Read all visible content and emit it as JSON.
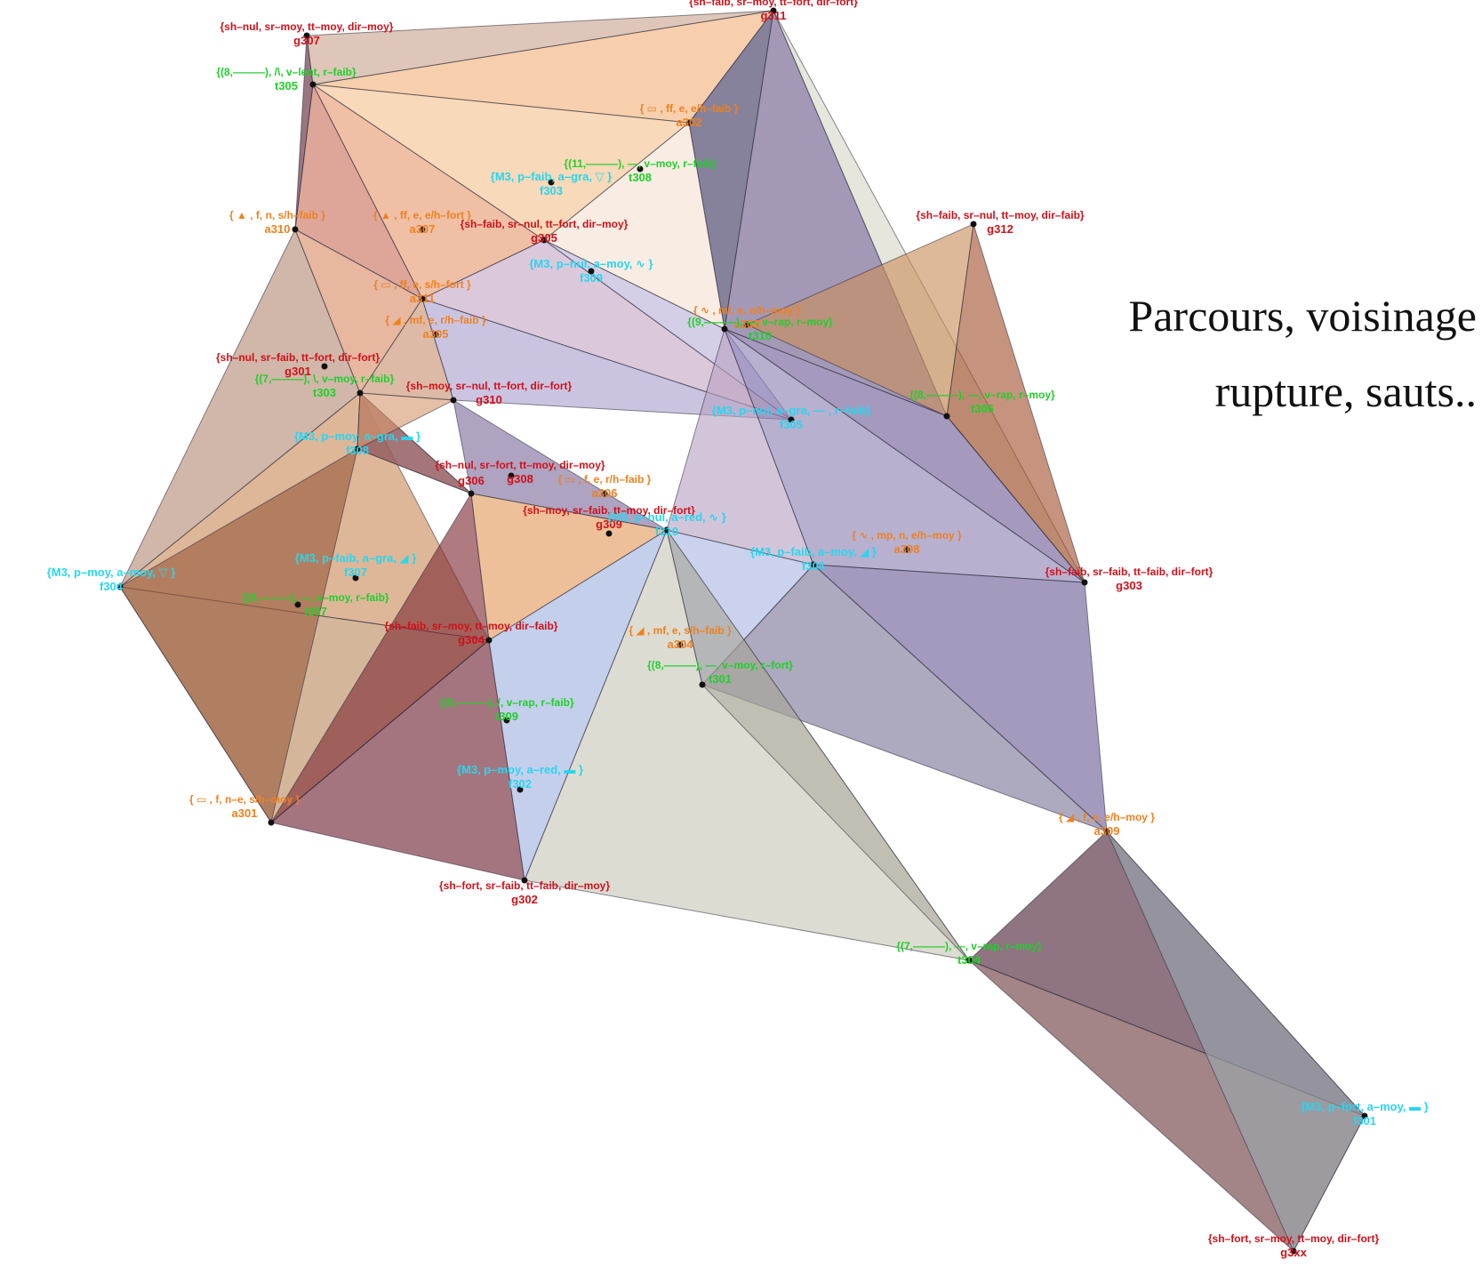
{
  "title": {
    "line1": "Parcours, voisinage",
    "line2": "rupture, sauts.."
  },
  "colors": {
    "g": "#d0101a",
    "f": "#27d6f0",
    "t": "#1fcf2a",
    "a": "#f0801e"
  },
  "nodes": [
    {
      "id": "g307",
      "kind": "g",
      "label": "{sh–nul, sr–moy, tt–moy, dir–moy}"
    },
    {
      "id": "t305",
      "kind": "t",
      "label": "{(8,———), /\\, v–lent, r–faib}"
    },
    {
      "id": "g311",
      "kind": "g",
      "label": "{sh–faib, sr–moy, tt–fort, dir–fort}"
    },
    {
      "id": "a302",
      "kind": "a",
      "label": "{ ▭ , ff, e, e/h–faib }"
    },
    {
      "id": "t308",
      "kind": "t",
      "label": "{(11,———), —, v–moy, r–faib}"
    },
    {
      "id": "f303",
      "kind": "f",
      "label": "{M3, p–faib, a–gra, ▽ }"
    },
    {
      "id": "a310",
      "kind": "a",
      "label": "{ ▲ , f, n, s/h–faib }"
    },
    {
      "id": "a307",
      "kind": "a",
      "label": "{ ▲ , ff, e, e/h–fort }"
    },
    {
      "id": "g305",
      "kind": "g",
      "label": "{sh–faib, sr–nul, tt–fort, dir–moy}"
    },
    {
      "id": "g312",
      "kind": "g",
      "label": "{sh–faib, sr–nul, tt–moy, dir–faib}"
    },
    {
      "id": "f309",
      "kind": "f",
      "label": "{M3, p–nul, a–moy, ∿ }"
    },
    {
      "id": "a311",
      "kind": "a",
      "label": "{ ▭ , ff, e, s/h–fort }"
    },
    {
      "id": "a303",
      "kind": "a",
      "label": "{ ∿ , mf, e, n/h–moy }"
    },
    {
      "id": "t310",
      "kind": "t",
      "label": "{(9,———), —, v–rap, r–moy}"
    },
    {
      "id": "a305",
      "kind": "a",
      "label": "{ ◢ , mf, e, r/h–faib }"
    },
    {
      "id": "g301",
      "kind": "g",
      "label": "{sh–nul, sr–faib, tt–fort, dir–fort}"
    },
    {
      "id": "t303",
      "kind": "t",
      "label": "{(7,———), \\, v–moy, r–faib}"
    },
    {
      "id": "g310",
      "kind": "g",
      "label": "{sh–moy, sr–nul, tt–fort, dir–fort}"
    },
    {
      "id": "t306",
      "kind": "t",
      "label": "{(8,———), —, v–rap, r–moy}"
    },
    {
      "id": "f305",
      "kind": "f",
      "label": "{M3, p–nul, a–gra, — , r–faib}"
    },
    {
      "id": "f308",
      "kind": "f",
      "label": "{M3, p–moy, a–gra, ▬ }"
    },
    {
      "id": "g308",
      "kind": "g",
      "label": "{sh–nul, sr–fort, tt–moy, dir–moy}"
    },
    {
      "id": "g306",
      "kind": "g",
      "label": "g306"
    },
    {
      "id": "a306",
      "kind": "a",
      "label": "{ ▭ , f, e, r/h–faib }"
    },
    {
      "id": "g309",
      "kind": "g",
      "label": "{sh–moy, sr–faib, tt–moy, dir–fort}"
    },
    {
      "id": "f310",
      "kind": "f",
      "label": "{M3, p–nul, a–red, ∿ }"
    },
    {
      "id": "f306",
      "kind": "f",
      "label": "{M3, p–faib, a–moy, ◢ }"
    },
    {
      "id": "a308",
      "kind": "a",
      "label": "{ ∿ , mp, n, e/h–moy }"
    },
    {
      "id": "g303",
      "kind": "g",
      "label": "{sh–faib, sr–faib, tt–faib, dir–fort}"
    },
    {
      "id": "f307",
      "kind": "f",
      "label": "{M3, p–faib, a–gra, ◢ }"
    },
    {
      "id": "f304",
      "kind": "f",
      "label": "{M3, p–moy, a–moy, ▽ }"
    },
    {
      "id": "t307",
      "kind": "t",
      "label": "{(8,———), —, v–moy, r–faib}"
    },
    {
      "id": "g304",
      "kind": "g",
      "label": "{sh–faib, sr–moy, tt–moy, dir–faib}"
    },
    {
      "id": "a304",
      "kind": "a",
      "label": "{ ◢ , mf, e, s/h–faib }"
    },
    {
      "id": "t301",
      "kind": "t",
      "label": "{(8,———), —, v–moy, r–fort}"
    },
    {
      "id": "t309",
      "kind": "t",
      "label": "{(9,———), /, v–rap, r–faib}"
    },
    {
      "id": "f302",
      "kind": "f",
      "label": "{M3, p–moy, a–red, ▬ }"
    },
    {
      "id": "a301",
      "kind": "a",
      "label": "{ ▭ , f, n–e, s/h–moy }"
    },
    {
      "id": "g302",
      "kind": "g",
      "label": "{sh–fort, sr–faib, tt–faib, dir–moy}"
    },
    {
      "id": "a309",
      "kind": "a",
      "label": "{ ◢ , f, e, e/h–moy }"
    },
    {
      "id": "t304",
      "kind": "t",
      "label": "{(7,———), —, v–rap, r–moy}"
    },
    {
      "id": "f301",
      "kind": "f",
      "label": "{M3, p–fort, a–moy, ▬ }"
    },
    {
      "id": "g3xx",
      "kind": "g",
      "label": "{sh–fort, sr–moy, tt–moy, dir–fort}"
    }
  ],
  "triangles": [
    {
      "v": [
        "t305",
        "g311",
        "a302"
      ],
      "color": "#f2b27a"
    },
    {
      "v": [
        "t305",
        "a302",
        "g305"
      ],
      "color": "#f4c18e"
    },
    {
      "v": [
        "t305",
        "a311",
        "g305"
      ],
      "color": "#e59a6f"
    },
    {
      "v": [
        "t305",
        "a310",
        "a311"
      ],
      "color": "#c86f5a"
    },
    {
      "v": [
        "t305",
        "g307",
        "a310"
      ],
      "color": "#5a2233"
    },
    {
      "v": [
        "g307",
        "t305",
        "g311"
      ],
      "color": "#c9a590"
    },
    {
      "v": [
        "g311",
        "a302",
        "t310"
      ],
      "color": "#3b3560"
    },
    {
      "v": [
        "g311",
        "t310",
        "t306"
      ],
      "color": "#6b5a8a"
    },
    {
      "v": [
        "g311",
        "t306",
        "g303"
      ],
      "color": "#d7d6c6"
    },
    {
      "v": [
        "a302",
        "g305",
        "t310"
      ],
      "color": "#f5e2d2"
    },
    {
      "v": [
        "g305",
        "a311",
        "f305"
      ],
      "color": "#c7a7c5"
    },
    {
      "v": [
        "g305",
        "f305",
        "t310"
      ],
      "color": "#b9b0d7"
    },
    {
      "v": [
        "a310",
        "f304",
        "t303"
      ],
      "color": "#b48a75"
    },
    {
      "v": [
        "a310",
        "a311",
        "t303"
      ],
      "color": "#d88a66"
    },
    {
      "v": [
        "f304",
        "t303",
        "g304"
      ],
      "color": "#c98a5a"
    },
    {
      "v": [
        "f304",
        "g304",
        "a301"
      ],
      "color": "#b98a5e"
    },
    {
      "v": [
        "f304",
        "a301",
        "f308"
      ],
      "color": "#9a5a3e"
    },
    {
      "v": [
        "t303",
        "f308",
        "g306"
      ],
      "color": "#7a3440"
    },
    {
      "v": [
        "t303",
        "a311",
        "g310"
      ],
      "color": "#c8906f"
    },
    {
      "v": [
        "g310",
        "a311",
        "f305"
      ],
      "color": "#a9a0cf"
    },
    {
      "v": [
        "g310",
        "g306",
        "f310"
      ],
      "color": "#7c6a9a"
    },
    {
      "v": [
        "g306",
        "g304",
        "a301"
      ],
      "color": "#7e2a34"
    },
    {
      "v": [
        "g306",
        "f310",
        "g304"
      ],
      "color": "#e49a5a"
    },
    {
      "v": [
        "f308",
        "g306",
        "t303"
      ],
      "color": "#a07070"
    },
    {
      "v": [
        "a301",
        "g304",
        "g302"
      ],
      "color": "#6e2030"
    },
    {
      "v": [
        "g304",
        "g302",
        "f310"
      ],
      "color": "#9fb2e0"
    },
    {
      "v": [
        "f310",
        "g302",
        "t304"
      ],
      "color": "#c8c6b6"
    },
    {
      "v": [
        "f310",
        "f306",
        "t301"
      ],
      "color": "#aab6e2"
    },
    {
      "v": [
        "f310",
        "t310",
        "f306"
      ],
      "color": "#b8a2c2"
    },
    {
      "v": [
        "t310",
        "g303",
        "f306"
      ],
      "color": "#8d7fb2"
    },
    {
      "v": [
        "t310",
        "t306",
        "g303"
      ],
      "color": "#6d5c94"
    },
    {
      "v": [
        "t306",
        "g312",
        "g303"
      ],
      "color": "#a3502e"
    },
    {
      "v": [
        "t306",
        "a303",
        "g312"
      ],
      "color": "#c98e5a"
    },
    {
      "v": [
        "f306",
        "g303",
        "a309"
      ],
      "color": "#6a5c96"
    },
    {
      "v": [
        "f306",
        "a309",
        "t301"
      ],
      "color": "#7a7596"
    },
    {
      "v": [
        "a309",
        "t304",
        "f301"
      ],
      "color": "#4a1f34"
    },
    {
      "v": [
        "t304",
        "f301",
        "g3xx"
      ],
      "color": "#6a3a3e"
    },
    {
      "v": [
        "a309",
        "f301",
        "g3xx"
      ],
      "color": "#9aa8b0"
    },
    {
      "v": [
        "t301",
        "t304",
        "f310"
      ],
      "color": "#b0aca0"
    },
    {
      "v": [
        "f308",
        "t303",
        "g310"
      ],
      "color": "#d69a70"
    }
  ]
}
